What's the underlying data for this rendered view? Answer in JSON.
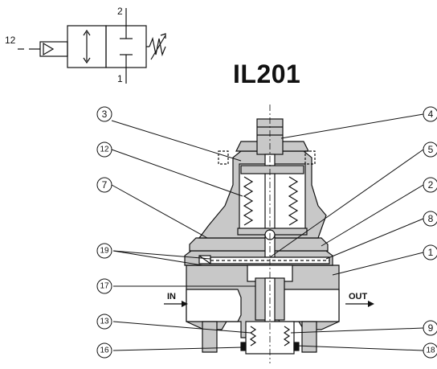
{
  "title": "IL201",
  "symbol": {
    "port_top": "2",
    "port_bottom": "1",
    "port_left": "12"
  },
  "flow": {
    "in": "IN",
    "out": "OUT"
  },
  "callouts": {
    "c1": "1",
    "c2": "2",
    "c3": "3",
    "c4": "4",
    "c5": "5",
    "c7": "7",
    "c8": "8",
    "c9": "9",
    "c12": "12",
    "c13": "13",
    "c16": "16",
    "c17": "17",
    "c18": "18",
    "c19": "19"
  },
  "colors": {
    "body_fill": "#c8c8c8",
    "line": "#111111",
    "background": "#ffffff"
  }
}
